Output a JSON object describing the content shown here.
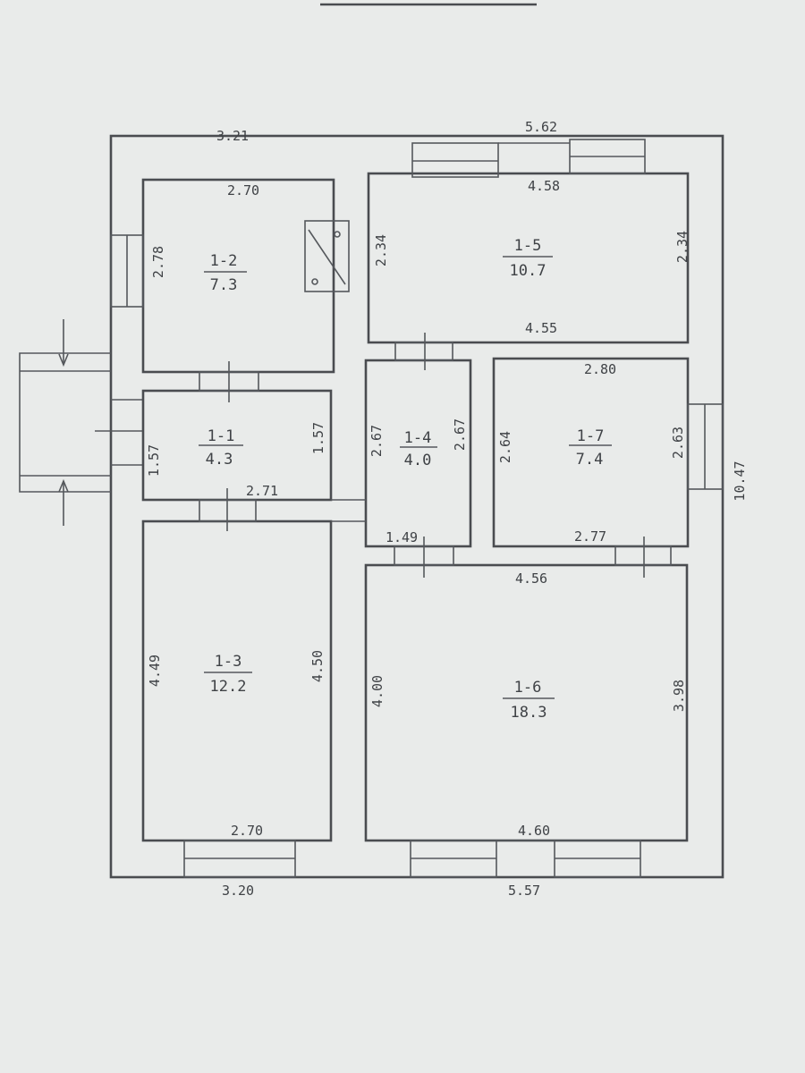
{
  "outer_dims": {
    "top_left": "3.21",
    "top_right": "5.62",
    "bottom_left": "3.20",
    "bottom_right": "5.57",
    "right_side": "10.47"
  },
  "rooms": [
    {
      "id": "1-2",
      "area": "7.3",
      "dims": {
        "top": "2.70",
        "left": "2.78"
      }
    },
    {
      "id": "1-5",
      "area": "10.7",
      "dims": {
        "top": "4.58",
        "bottom": "4.55",
        "left": "2.34",
        "right": "2.34"
      }
    },
    {
      "id": "1-1",
      "area": "4.3",
      "dims": {
        "left": "1.57",
        "right": "1.57",
        "bottom": "2.71"
      }
    },
    {
      "id": "1-4",
      "area": "4.0",
      "dims": {
        "left": "2.67",
        "right": "2.67",
        "bottom": "1.49"
      }
    },
    {
      "id": "1-7",
      "area": "7.4",
      "dims": {
        "top": "2.80",
        "bottom": "2.77",
        "left": "2.64",
        "right": "2.63"
      }
    },
    {
      "id": "1-3",
      "area": "12.2",
      "dims": {
        "left": "4.49",
        "right": "4.50",
        "bottom": "2.70"
      }
    },
    {
      "id": "1-6",
      "area": "18.3",
      "dims": {
        "top": "4.56",
        "bottom": "4.60",
        "left": "4.00",
        "right": "3.98"
      }
    }
  ]
}
